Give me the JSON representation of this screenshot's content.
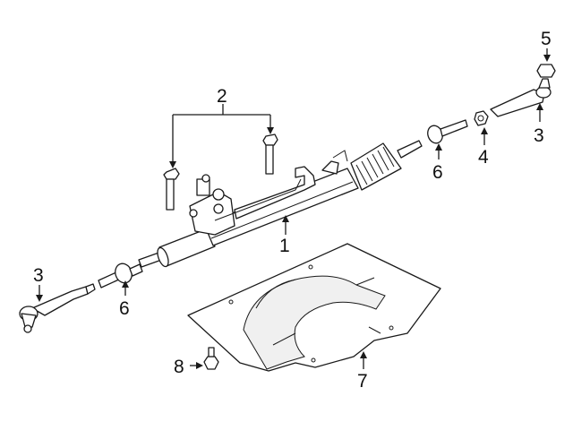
{
  "diagram": {
    "callouts": [
      {
        "id": "rack",
        "label": "1"
      },
      {
        "id": "bolts",
        "label": "2"
      },
      {
        "id": "tie-rod-end-left",
        "label": "3"
      },
      {
        "id": "tie-rod-end-right",
        "label": "3"
      },
      {
        "id": "jam-nut",
        "label": "4"
      },
      {
        "id": "castle-nut",
        "label": "5"
      },
      {
        "id": "inner-tie-rod-left",
        "label": "6"
      },
      {
        "id": "inner-tie-rod-right",
        "label": "6"
      },
      {
        "id": "splash-shield",
        "label": "7"
      },
      {
        "id": "shield-bolt",
        "label": "8"
      }
    ]
  }
}
